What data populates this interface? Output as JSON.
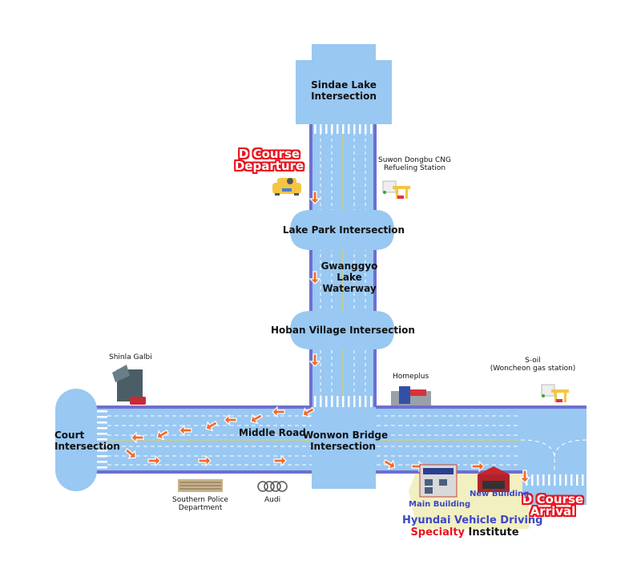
{
  "colors": {
    "road": "#99c8f2",
    "road_edge": "#6e6fcf",
    "center_line": "#e6d33a",
    "arrow": "#f26a2a",
    "sticker_red": "#e8141e",
    "institute_blue": "#3b46c8",
    "institute_zone": "#f2efc0"
  },
  "labels": {
    "sindae": "Sindae Lake\nIntersection",
    "lake_park": "Lake Park Intersection",
    "gwanggyo": "Gwanggyo\nLake\nWaterway",
    "hoban": "Hoban Village Intersection",
    "court": "Court\nIntersection",
    "middle_road": "Middle Road",
    "wonwon": "Wonwon Bridge\nIntersection"
  },
  "landmarks": {
    "suwon_cng": {
      "name": "Suwon Dongbu CNG\nRefueling Station",
      "icon": "gas-station-icon"
    },
    "shinla": {
      "name": "Shinla Galbi",
      "icon": "building-icon"
    },
    "homeplus": {
      "name": "Homeplus",
      "icon": "store-icon"
    },
    "soil": {
      "name": "S-oil\n(Woncheon gas station)",
      "icon": "gas-station-icon"
    },
    "police": {
      "name": "Southern Police\nDepartment",
      "icon": "building-icon"
    },
    "audi": {
      "name": "Audi",
      "icon": "audi-rings-icon"
    }
  },
  "course": {
    "departure": "D Course\nDeparture",
    "arrival": "D Course\nArrival",
    "car_icon": "car-icon"
  },
  "institute": {
    "main_building": "Main Building",
    "new_building": "New Building",
    "line1": "Hyundai Vehicle Driving",
    "line2_red": "Specialty",
    "line2_black": " Institute"
  }
}
